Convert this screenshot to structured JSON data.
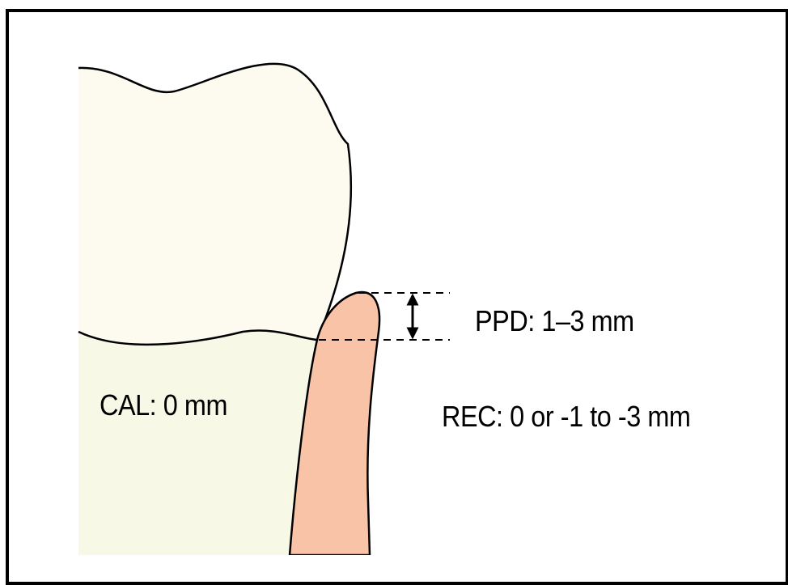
{
  "labels": {
    "ppd": "PPD:  1–3 mm",
    "cal": "CAL:  0 mm",
    "rec": "REC:  0 or -1 to -3 mm"
  },
  "colors": {
    "crown": "#fdfaf0",
    "root": "#f7f9e6",
    "gingiva": "#f8c3a7",
    "outline": "#000000",
    "frame": "#000000"
  }
}
